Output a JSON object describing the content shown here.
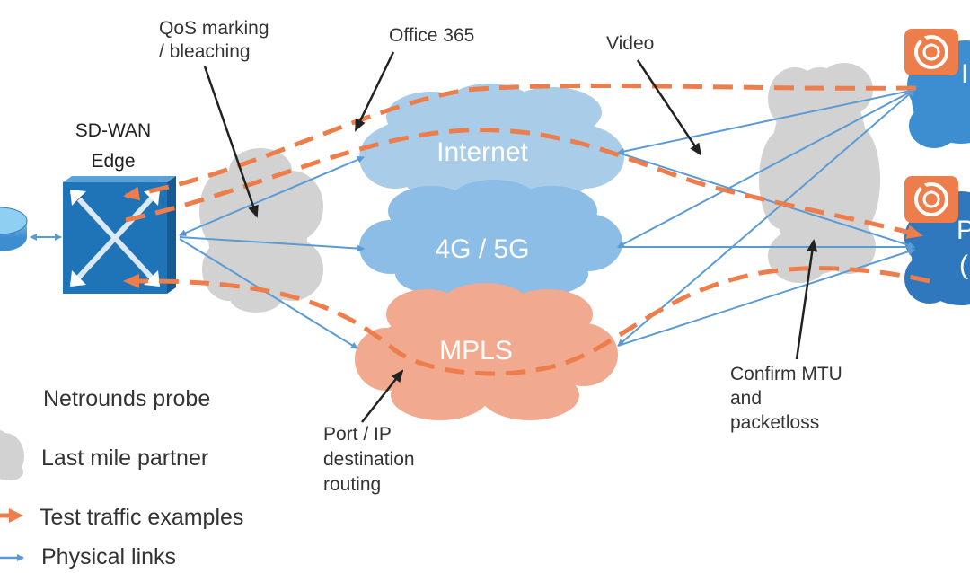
{
  "clouds": {
    "internet": "Internet",
    "cellular": "4G / 5G",
    "mpls": "MPLS"
  },
  "edge": {
    "label_line1": "SD-WAN",
    "label_line2": "Edge"
  },
  "annotations": {
    "qos_line1": "QoS marking",
    "qos_line2": "/ bleaching",
    "office365": "Office 365",
    "video": "Video",
    "mtu_line1": "Confirm MTU",
    "mtu_line2": "and",
    "mtu_line3": "packetloss",
    "port_line1": "Port / IP",
    "port_line2": "destination",
    "port_line3": "routing"
  },
  "legend": {
    "probe": "Netrounds probe",
    "partner": "Last mile partner",
    "test_traffic": "Test traffic examples",
    "physical_links": "Physical links"
  },
  "colors": {
    "test_traffic": "#ed7d4a",
    "physical_link": "#5b9bd5",
    "internet_cloud": "#a9cde9",
    "cellular_cloud": "#8bbde6",
    "mpls_cloud": "#f1a98f",
    "partner_cloud": "#d2d2d2",
    "edge_box": "#1f74b7",
    "destination_cloud": "#3d8ed1"
  },
  "icons": [
    "router-icon",
    "sd-wan-edge-icon",
    "netrounds-probe-icon"
  ]
}
